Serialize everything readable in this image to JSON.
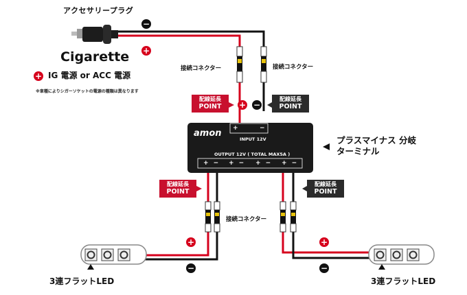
{
  "labels": {
    "plug": "アクセサリープラグ",
    "cigarette": "Cigarette",
    "ig_power": "IG 電源 or ACC 電源",
    "note": "※車種によりシガーソケットの電源の種類は異なります",
    "connector": "接続コネクター",
    "distributor": "プラスマイナス 分岐ターミナル",
    "led_left": "3連フラットLED",
    "led_right": "3連フラットLED"
  },
  "box": {
    "brand": "amon",
    "input": "INPUT 12V",
    "output": "OUTPUT 12V ( TOTAL MAX5A )",
    "in_plus": "+",
    "in_minus": "−",
    "out_pm": "+ −"
  },
  "badges": {
    "line1": "配線延長",
    "line2": "POINT"
  },
  "signs": {
    "plus": "+",
    "minus": "−"
  },
  "colors": {
    "positive_wire": "#d6001c",
    "negative_wire": "#111111",
    "badge_red": "#c8102e",
    "badge_dark": "#2b2b2b",
    "connector_yellow": "#e8c40c"
  }
}
